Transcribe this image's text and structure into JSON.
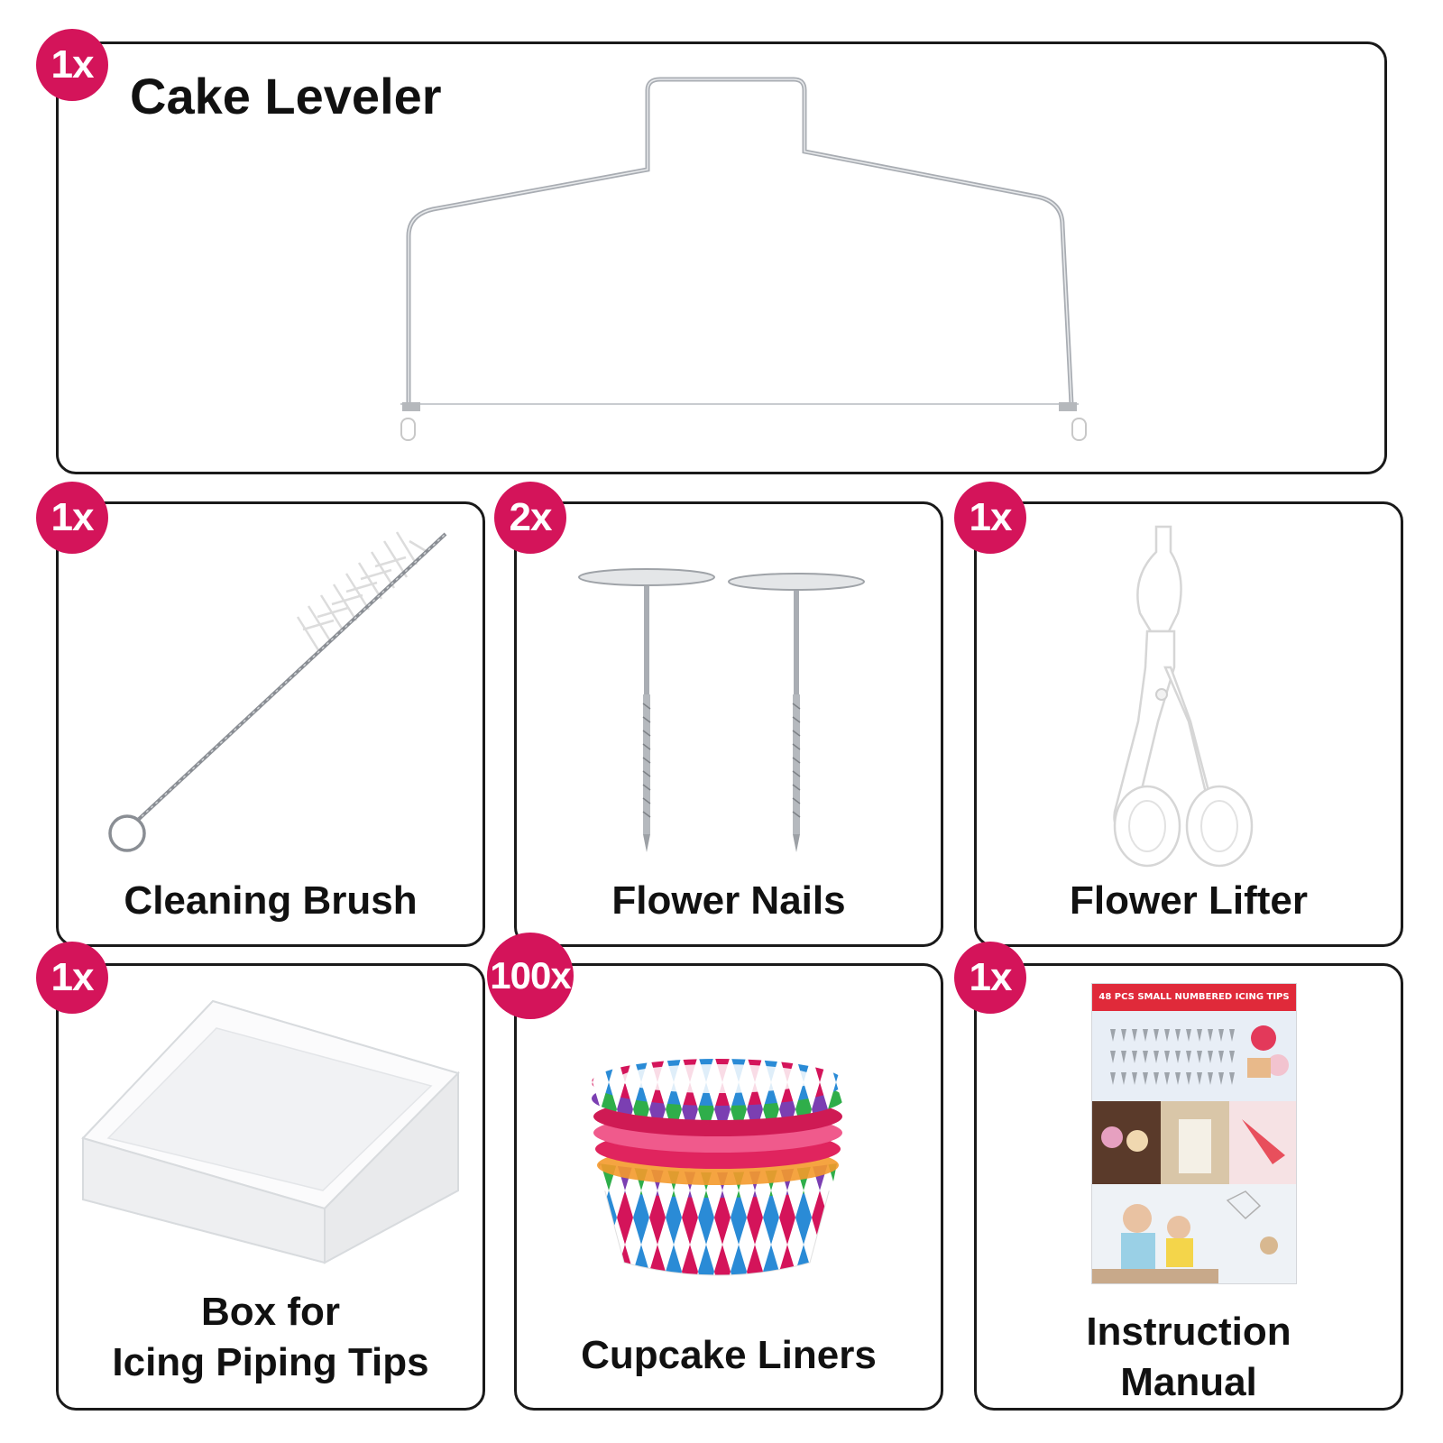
{
  "items": [
    {
      "id": "cake-leveler",
      "badge": "1x",
      "label": "Cake Leveler"
    },
    {
      "id": "cleaning-brush",
      "badge": "1x",
      "label": "Cleaning Brush"
    },
    {
      "id": "flower-nails",
      "badge": "2x",
      "label": "Flower Nails"
    },
    {
      "id": "flower-lifter",
      "badge": "1x",
      "label": "Flower Lifter"
    },
    {
      "id": "box",
      "badge": "1x",
      "label_line1": "Box for",
      "label_line2": "Icing Piping Tips"
    },
    {
      "id": "cupcake-liners",
      "badge": "100x",
      "label": "Cupcake Liners"
    },
    {
      "id": "instruction-manual",
      "badge": "1x",
      "label_line1": "Instruction",
      "label_line2": "Manual",
      "cover_title": "48 PCS SMALL NUMBERED ICING TIPS"
    }
  ],
  "colors": {
    "badge": "#d4145a",
    "border": "#1a1a1a",
    "steel": "#a9adb3"
  }
}
